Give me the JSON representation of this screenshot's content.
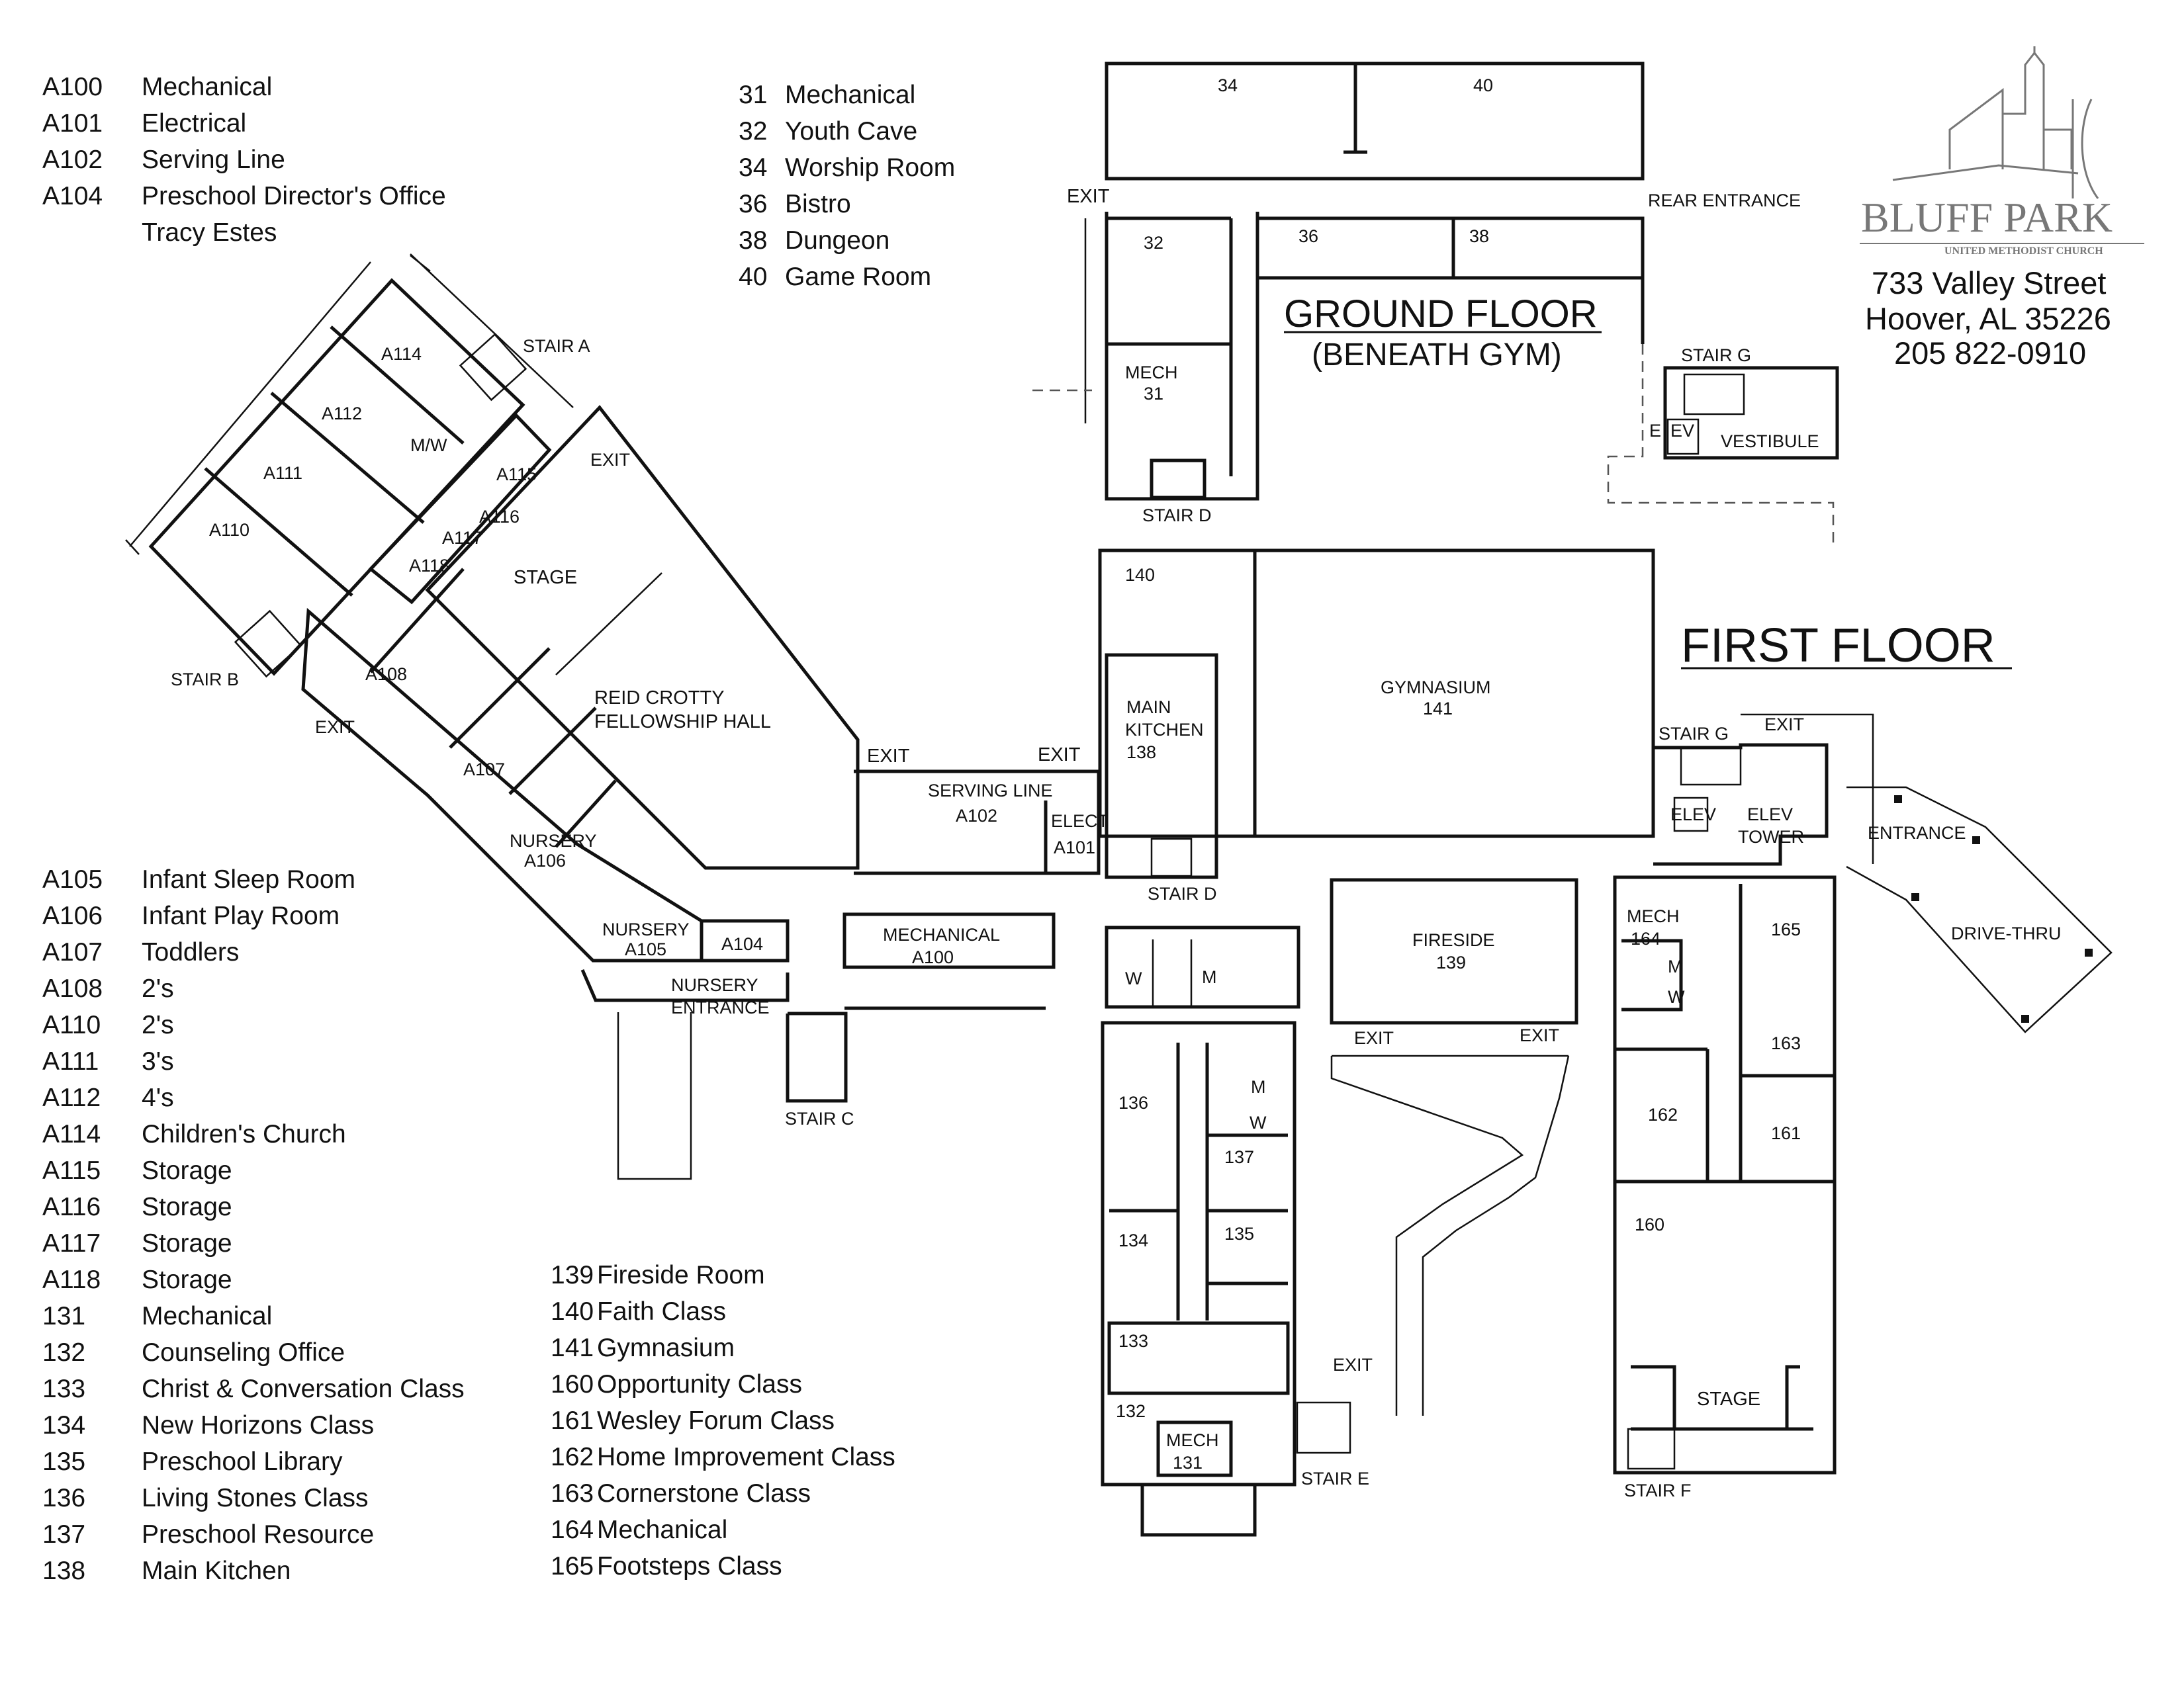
{
  "legend_basement": [
    {
      "code": "31",
      "name": "Mechanical"
    },
    {
      "code": "32",
      "name": "Youth Cave"
    },
    {
      "code": "34",
      "name": "Worship Room"
    },
    {
      "code": "36",
      "name": "Bistro"
    },
    {
      "code": "38",
      "name": "Dungeon"
    },
    {
      "code": "40",
      "name": "Game Room"
    }
  ],
  "legend_top_left": [
    {
      "code": "A100",
      "name": "Mechanical"
    },
    {
      "code": "A101",
      "name": "Electrical"
    },
    {
      "code": "A102",
      "name": "Serving Line"
    },
    {
      "code": "A104",
      "name": "Preschool Director's Office"
    },
    {
      "code": "",
      "name": "Tracy Estes"
    }
  ],
  "legend_left": [
    {
      "code": "A105",
      "name": "Infant Sleep Room"
    },
    {
      "code": "A106",
      "name": "Infant Play Room"
    },
    {
      "code": "A107",
      "name": "Toddlers"
    },
    {
      "code": "A108",
      "name": "2's"
    },
    {
      "code": "A110",
      "name": "2's"
    },
    {
      "code": "A111",
      "name": "3's"
    },
    {
      "code": "A112",
      "name": "4's"
    },
    {
      "code": "A114",
      "name": "Children's Church"
    },
    {
      "code": "A115",
      "name": "Storage"
    },
    {
      "code": "A116",
      "name": "Storage"
    },
    {
      "code": "A117",
      "name": "Storage"
    },
    {
      "code": "A118",
      "name": "Storage"
    },
    {
      "code": "131",
      "name": "Mechanical"
    },
    {
      "code": "132",
      "name": "Counseling Office"
    },
    {
      "code": "133",
      "name": "Christ & Conversation Class"
    },
    {
      "code": "134",
      "name": "New Horizons Class"
    },
    {
      "code": "135",
      "name": "Preschool Library"
    },
    {
      "code": "136",
      "name": "Living Stones Class"
    },
    {
      "code": "137",
      "name": "Preschool Resource"
    },
    {
      "code": "138",
      "name": "Main Kitchen"
    }
  ],
  "legend_bottom": [
    {
      "code": "139",
      "name": "Fireside Room"
    },
    {
      "code": "140",
      "name": "Faith Class"
    },
    {
      "code": "141",
      "name": "Gymnasium"
    },
    {
      "code": "160",
      "name": "Opportunity Class"
    },
    {
      "code": "161",
      "name": "Wesley Forum Class"
    },
    {
      "code": "162",
      "name": "Home Improvement Class"
    },
    {
      "code": "163",
      "name": "Cornerstone Class"
    },
    {
      "code": "164",
      "name": "Mechanical"
    },
    {
      "code": "165",
      "name": "Footsteps Class"
    }
  ],
  "titles": {
    "ground_floor": "GROUND FLOOR",
    "ground_floor_sub": "(BENEATH GYM)",
    "first_floor": "FIRST FLOOR"
  },
  "church": {
    "name_main": "BLUFF PARK",
    "name_sub": "UNITED METHODIST CHURCH",
    "street": "733 Valley Street",
    "city": "Hoover, AL 35226",
    "phone": "205 822-0910"
  },
  "labels": {
    "r34": "34",
    "r40": "40",
    "r32": "32",
    "r36": "36",
    "r38": "38",
    "mech": "MECH",
    "r31": "31",
    "exit": "EXIT",
    "rear_entrance": "REAR ENTRANCE",
    "stair_a": "STAIR A",
    "stair_b": "STAIR B",
    "stair_c": "STAIR C",
    "stair_d": "STAIR D",
    "stair_e": "STAIR E",
    "stair_f": "STAIR F",
    "stair_g": "STAIR G",
    "vestibule": "VESTIBULE",
    "e": "E",
    "ev": "EV",
    "a114": "A114",
    "a112": "A112",
    "a111": "A111",
    "a110": "A110",
    "a115": "A115",
    "a116": "A116",
    "a117": "A117",
    "a118": "A118",
    "a108": "A108",
    "a107": "A107",
    "mw": "M/W",
    "stage": "STAGE",
    "reid": "REID CROTTY",
    "fellowship": "FELLOWSHIP HALL",
    "nursery": "NURSERY",
    "a106": "A106",
    "a105": "A105",
    "a104": "A104",
    "nursery_entrance_1": "NURSERY",
    "nursery_entrance_2": "ENTRANCE",
    "serving_line": "SERVING LINE",
    "a102": "A102",
    "elect": "ELECT",
    "a101": "A101",
    "mechanical": "MECHANICAL",
    "a100": "A100",
    "r140": "140",
    "main": "MAIN",
    "kitchen": "KITCHEN",
    "r138": "138",
    "gymnasium": "GYMNASIUM",
    "r141": "141",
    "fireside": "FIRESIDE",
    "r139": "139",
    "w": "W",
    "m": "M",
    "elev": "ELEV",
    "elev_tower_1": "ELEV",
    "elev_tower_2": "TOWER",
    "entrance": "ENTRANCE",
    "drive_thru": "DRIVE-THRU",
    "r164": "164",
    "r165": "165",
    "r163": "163",
    "r162": "162",
    "r161": "161",
    "r160": "160",
    "r136": "136",
    "r137": "137",
    "r134": "134",
    "r135": "135",
    "r133": "133",
    "r132": "132",
    "r131": "131"
  }
}
